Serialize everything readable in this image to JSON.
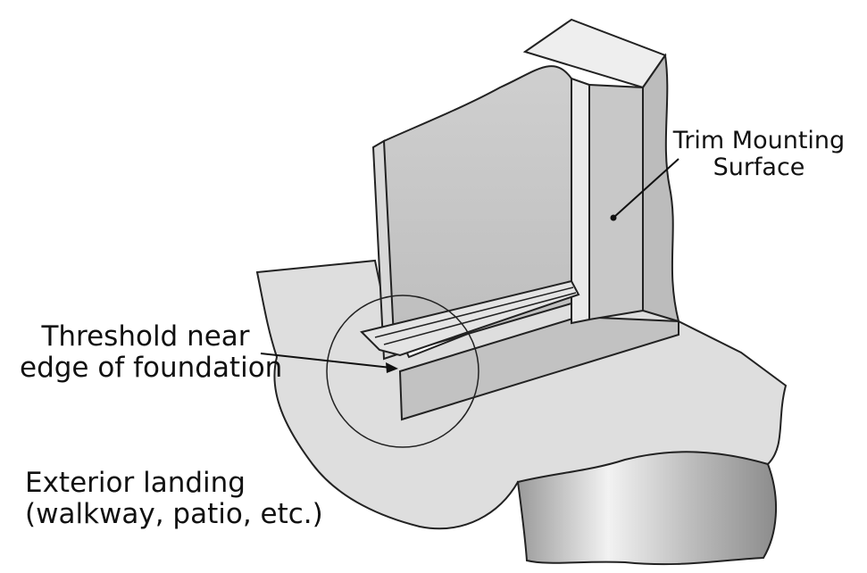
{
  "labels": {
    "trim_mounting_surface": {
      "line1": "Trim Mounting",
      "line2": "Surface"
    },
    "threshold": {
      "line1": "Threshold near",
      "line2": "edge of foundation"
    },
    "exterior_landing": {
      "line1": "Exterior landing",
      "line2": "(walkway, patio, etc.)"
    }
  },
  "colors": {
    "slab_top": "#dcdcdc",
    "slab_side": "#bdbdbd",
    "wall_face": "#c6c6c6",
    "jamb_light": "#e6e6e6",
    "outline": "#222222",
    "leader": "#111111"
  }
}
